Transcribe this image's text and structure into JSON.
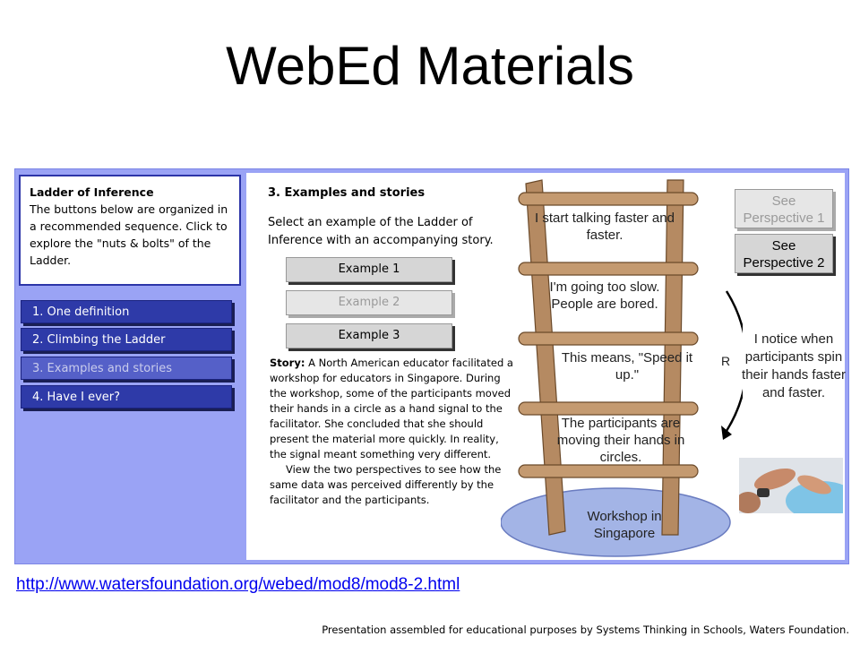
{
  "slide": {
    "title": "WebEd Materials",
    "url": "http://www.watersfoundation.org/webed/mod8/mod8-2.html",
    "footer": "Presentation assembled for educational purposes by Systems Thinking in Schools, Waters Foundation."
  },
  "intro": {
    "heading": "Ladder of Inference",
    "body": "The buttons below are organized in a recommended sequence.  Click to explore the \"nuts & bolts\" of the Ladder."
  },
  "nav": [
    {
      "label": "1. One definition",
      "active": false
    },
    {
      "label": "2. Climbing the Ladder",
      "active": false
    },
    {
      "label": "3. Examples and stories",
      "active": true
    },
    {
      "label": "4. Have I ever?",
      "active": false
    }
  ],
  "main": {
    "section_title": "3. Examples and stories",
    "instructions": "Select an example of the Ladder of Inference with an accompanying story.",
    "examples": [
      {
        "label": "Example 1",
        "dim": false
      },
      {
        "label": "Example 2",
        "dim": true
      },
      {
        "label": "Example 3",
        "dim": false
      }
    ],
    "story_label": "Story:",
    "story_text": "  A North American educator facilitated a workshop for educators in Singapore.  During the workshop, some of the participants moved their hands in a circle as a hand signal to the facilitator.  She concluded that she should present the material more quickly.  In reality, the signal meant something very different.",
    "story_text2": "View the two perspectives to see how the same data was perceived differently by the facilitator and the participants."
  },
  "ladder": {
    "rungs": [
      "I start talking faster and faster.",
      "I'm going too slow. People are bored.",
      "This means, \"Speed it up.\"",
      "The participants are moving their hands in circles."
    ],
    "base": "Workshop in Singapore",
    "loop_label": "R",
    "side_note": "I notice when participants spin their hands faster and faster."
  },
  "perspectives": [
    {
      "label": "See Perspective 1",
      "dim": true
    },
    {
      "label": "See Perspective 2",
      "dim": false
    }
  ],
  "colors": {
    "frame": "#9aa3f5",
    "nav": "#2e3aa8",
    "wood": "#b58a62",
    "base_ellipse": "#9fb2e2",
    "link": "#0000ee"
  }
}
